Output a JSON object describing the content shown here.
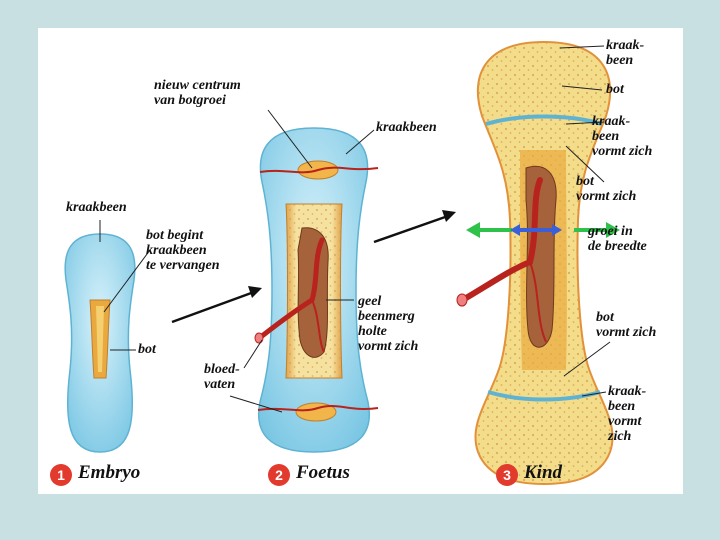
{
  "labels": {
    "embryo_kraakbeen": "kraakbeen",
    "bot_begint": "bot begint\nkraakbeen\nte vervangen",
    "embryo_bot": "bot",
    "nieuw_centrum": "nieuw centrum\nvan botgroei",
    "foetus_kraakbeen": "kraakbeen",
    "geel_beenmerg": "geel\nbeenmerg\nholte\nvormt zich",
    "bloedvaten": "bloed-\nvaten",
    "kind_kraakbeen_top": "kraak-\nbeen",
    "kind_bot": "bot",
    "kraakbeen_vormt": "kraak-\nbeen\nvormt zich",
    "bot_vormt_zich_1": "bot\nvormt zich",
    "groei_breedte": "groei in\nde breedte",
    "bot_vormt_zich_2": "bot\nvormt zich",
    "kind_kraakbeen_bottom": "kraak-\nbeen\nvormt\nzich"
  },
  "stages": [
    {
      "number": "1",
      "name": "Embryo"
    },
    {
      "number": "2",
      "name": "Foetus"
    },
    {
      "number": "3",
      "name": "Kind"
    }
  ],
  "colors": {
    "cartilage": "#8fd3ea",
    "bone": "#f3dc8a",
    "periosteum": "#e2913a",
    "marrow": "#a6623a",
    "vessel": "#b8231d",
    "arrow_green": "#2ec24a",
    "arrow_blue": "#3a5fd6",
    "badge": "#e23a2c"
  }
}
